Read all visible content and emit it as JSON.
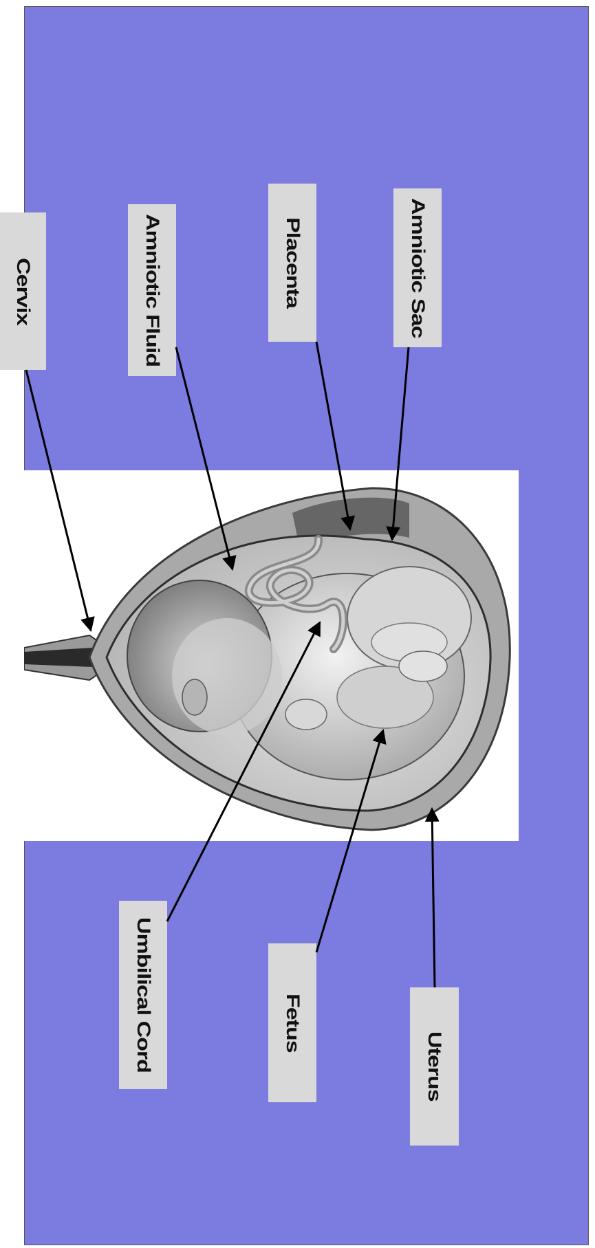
{
  "colors": {
    "background_panel": "#7b7be0",
    "label_box": "#d9d9d9",
    "leader_line": "#000000"
  },
  "diagram": {
    "orientation": "rotated-90-clockwise",
    "illustration": "cross-section of uterus with fetus (grayscale)",
    "labels": {
      "cervix": "Cervix",
      "amniotic_fluid": "Amniotic Fluid",
      "placenta": "Placenta",
      "amniotic_sac": "Amniotic Sac",
      "umbilical_cord": "Umbilical Cord",
      "fetus": "Fetus",
      "uterus": "Uterus"
    }
  }
}
